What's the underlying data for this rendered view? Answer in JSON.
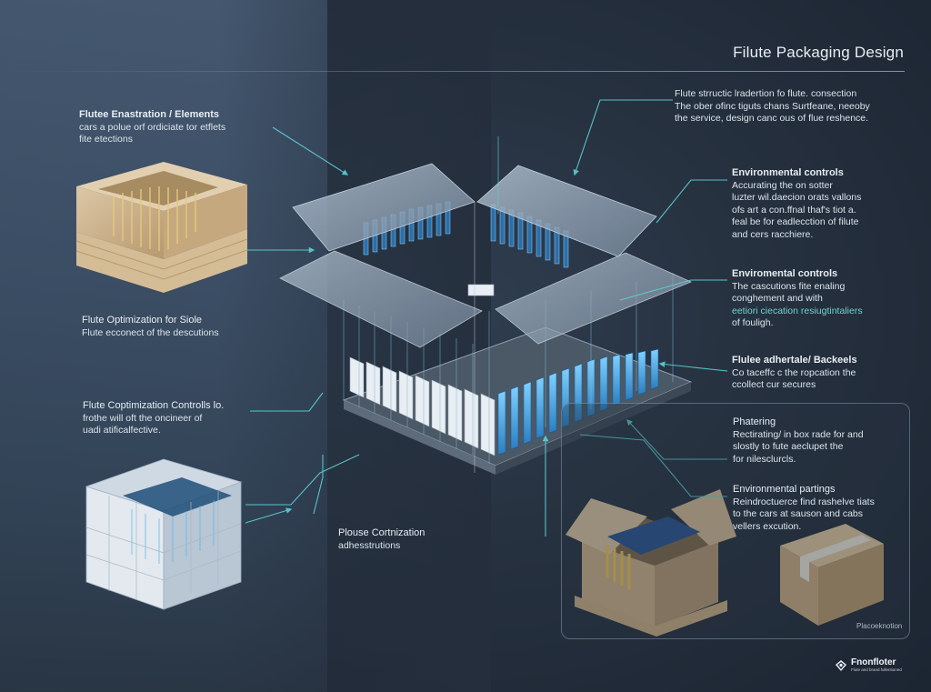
{
  "title": "Filute Packaging Design",
  "callouts": {
    "top_right": {
      "lines": [
        "Flute strructic lradertion fo flute. consection",
        "The ober ofinc tiguts chans Surtfeane, neeoby",
        "the service, design canc ous of flue reshence."
      ]
    },
    "top_left": {
      "heading": "Flutee Enastration / Elements",
      "lines": [
        "cars a polue orf ordiciate tor etflets",
        "fite etections"
      ]
    },
    "env_controls_1": {
      "heading": "Environmental controls",
      "lines": [
        "Accurating the on sotter",
        "luzter wil.daecion orats vallons",
        "ofs art a con.ffnal thaf's tiot a.",
        "feal be for eadlecction of filute",
        "and cers racchiere."
      ]
    },
    "env_controls_2": {
      "heading": "Enviromental controls",
      "lines": [
        "The cascutions fite enaling",
        "conghement and with"
      ],
      "teal_lines": [
        "eetiori ciecation resiugtintaliers",
        "of fouligh."
      ]
    },
    "adherence": {
      "heading": "Flulee adhertale/ Backeels",
      "lines": [
        "Co taceffc c the ropcation the",
        "ccollect cur secures"
      ]
    },
    "optimization_left": {
      "heading": "Flute Optimization for Siole",
      "lines": [
        "Flute ecconect of the descutions"
      ]
    },
    "optimization_controls": {
      "heading": "Flute Coptimization Controlls lo.",
      "lines": [
        "frothe will oft the oncineer of",
        "uadi atificalfective."
      ]
    },
    "bottom_center": {
      "heading": "Plouse Cortnization",
      "lines": [
        "adhesstrutions"
      ]
    },
    "phatering": {
      "heading": "Phatering",
      "lines": [
        "Rectirating/ in box rade for and",
        "slostly to fute aeclupet the",
        "for nilesclurcls."
      ]
    },
    "env_partings": {
      "heading": "Environmental partings",
      "lines": [
        "Reindroctuerce find rashelve tiats",
        "to the cars at sauson and cabs",
        "vellers excution."
      ]
    }
  },
  "panel": {
    "caption": "Placoeknotion"
  },
  "logo": {
    "name": "Fnonfloter",
    "tagline": "Flute and brand fullentioned",
    "icon": "diamond-logo-icon"
  },
  "colors": {
    "accent_teal": "#5fd0d6",
    "background": "#26313f",
    "kraft": "#c9ad85",
    "flute_blue": "#3aa3dc"
  }
}
